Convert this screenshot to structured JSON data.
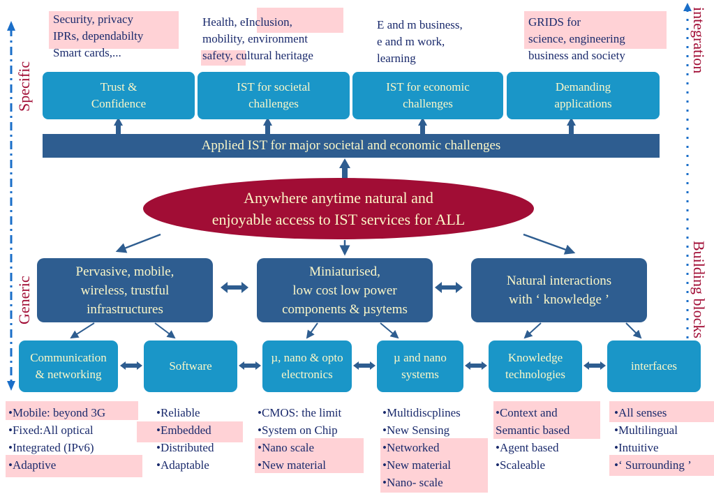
{
  "top_notes": [
    {
      "lines": [
        "Security, privacy",
        "IPRs, dependabilty",
        "Smart cards,..."
      ]
    },
    {
      "lines": [
        "Health, eInclusion,",
        "mobility, environment",
        "safety, cultural heritage"
      ]
    },
    {
      "lines_html_free": [
        "E and m business,",
        "e and m work,",
        "learning"
      ]
    },
    {
      "lines": [
        "GRIDS for",
        "science, engineering",
        "business and society"
      ]
    }
  ],
  "top_boxes": [
    {
      "lines": [
        "Trust &",
        "Confidence"
      ]
    },
    {
      "lines": [
        "IST for societal",
        "challenges"
      ]
    },
    {
      "lines": [
        "IST for economic",
        "challenges"
      ]
    },
    {
      "lines": [
        "Demanding",
        "applications"
      ]
    }
  ],
  "applied_bar": "Applied IST for major societal and economic challenges",
  "ellipse": {
    "lines": [
      "Anywhere anytime natural and",
      "enjoyable access to IST services for ALL"
    ]
  },
  "mid_boxes": [
    {
      "lines": [
        "Pervasive, mobile,",
        "wireless, trustful",
        "infrastructures"
      ]
    },
    {
      "lines": [
        "Miniaturised,",
        "low cost low power",
        "components & µsytems"
      ]
    },
    {
      "lines": [
        "Natural interactions",
        "with ‘ knowledge ’"
      ]
    }
  ],
  "bottom_boxes": [
    {
      "lines": [
        "Communication",
        "& networking"
      ]
    },
    {
      "lines": [
        "Software"
      ]
    },
    {
      "lines": [
        "µ, nano & opto",
        "electronics"
      ]
    },
    {
      "lines": [
        "µ and nano",
        "systems"
      ]
    },
    {
      "lines": [
        "Knowledge",
        "technologies"
      ]
    },
    {
      "lines": [
        "interfaces"
      ]
    }
  ],
  "lists": [
    [
      "•Mobile: beyond 3G",
      "•Fixed:All optical",
      "•Integrated (IPv6)",
      "•Adaptive"
    ],
    [
      "•Reliable",
      "•Embedded",
      "•Distributed",
      "•Adaptable"
    ],
    [
      "•CMOS: the limit",
      "•System on Chip",
      "•Nano scale",
      "•New material"
    ],
    [
      "•Multidiscplines",
      "•New Sensing",
      "•Networked",
      "•New material",
      "•Nano- scale"
    ],
    [
      "•Context and",
      "Semantic based",
      "•Agent based",
      "•Scaleable"
    ],
    [
      "•All senses",
      "•Multilingual",
      "•Intuitive",
      "•‘ Surrounding ’"
    ]
  ],
  "side_labels": {
    "specific": "Specific",
    "generic": "Generic",
    "integration": "integration",
    "building_blocks": "Building blocks"
  },
  "colors": {
    "light_blue": "#1a96c8",
    "dark_blue": "#2e5d90",
    "crimson": "#a10d35",
    "highlight_pink": "#ffd2d6",
    "text_cream": "#fbf7c8",
    "text_navy": "#1a2a6c",
    "arrow_blue": "#2a66a8"
  }
}
